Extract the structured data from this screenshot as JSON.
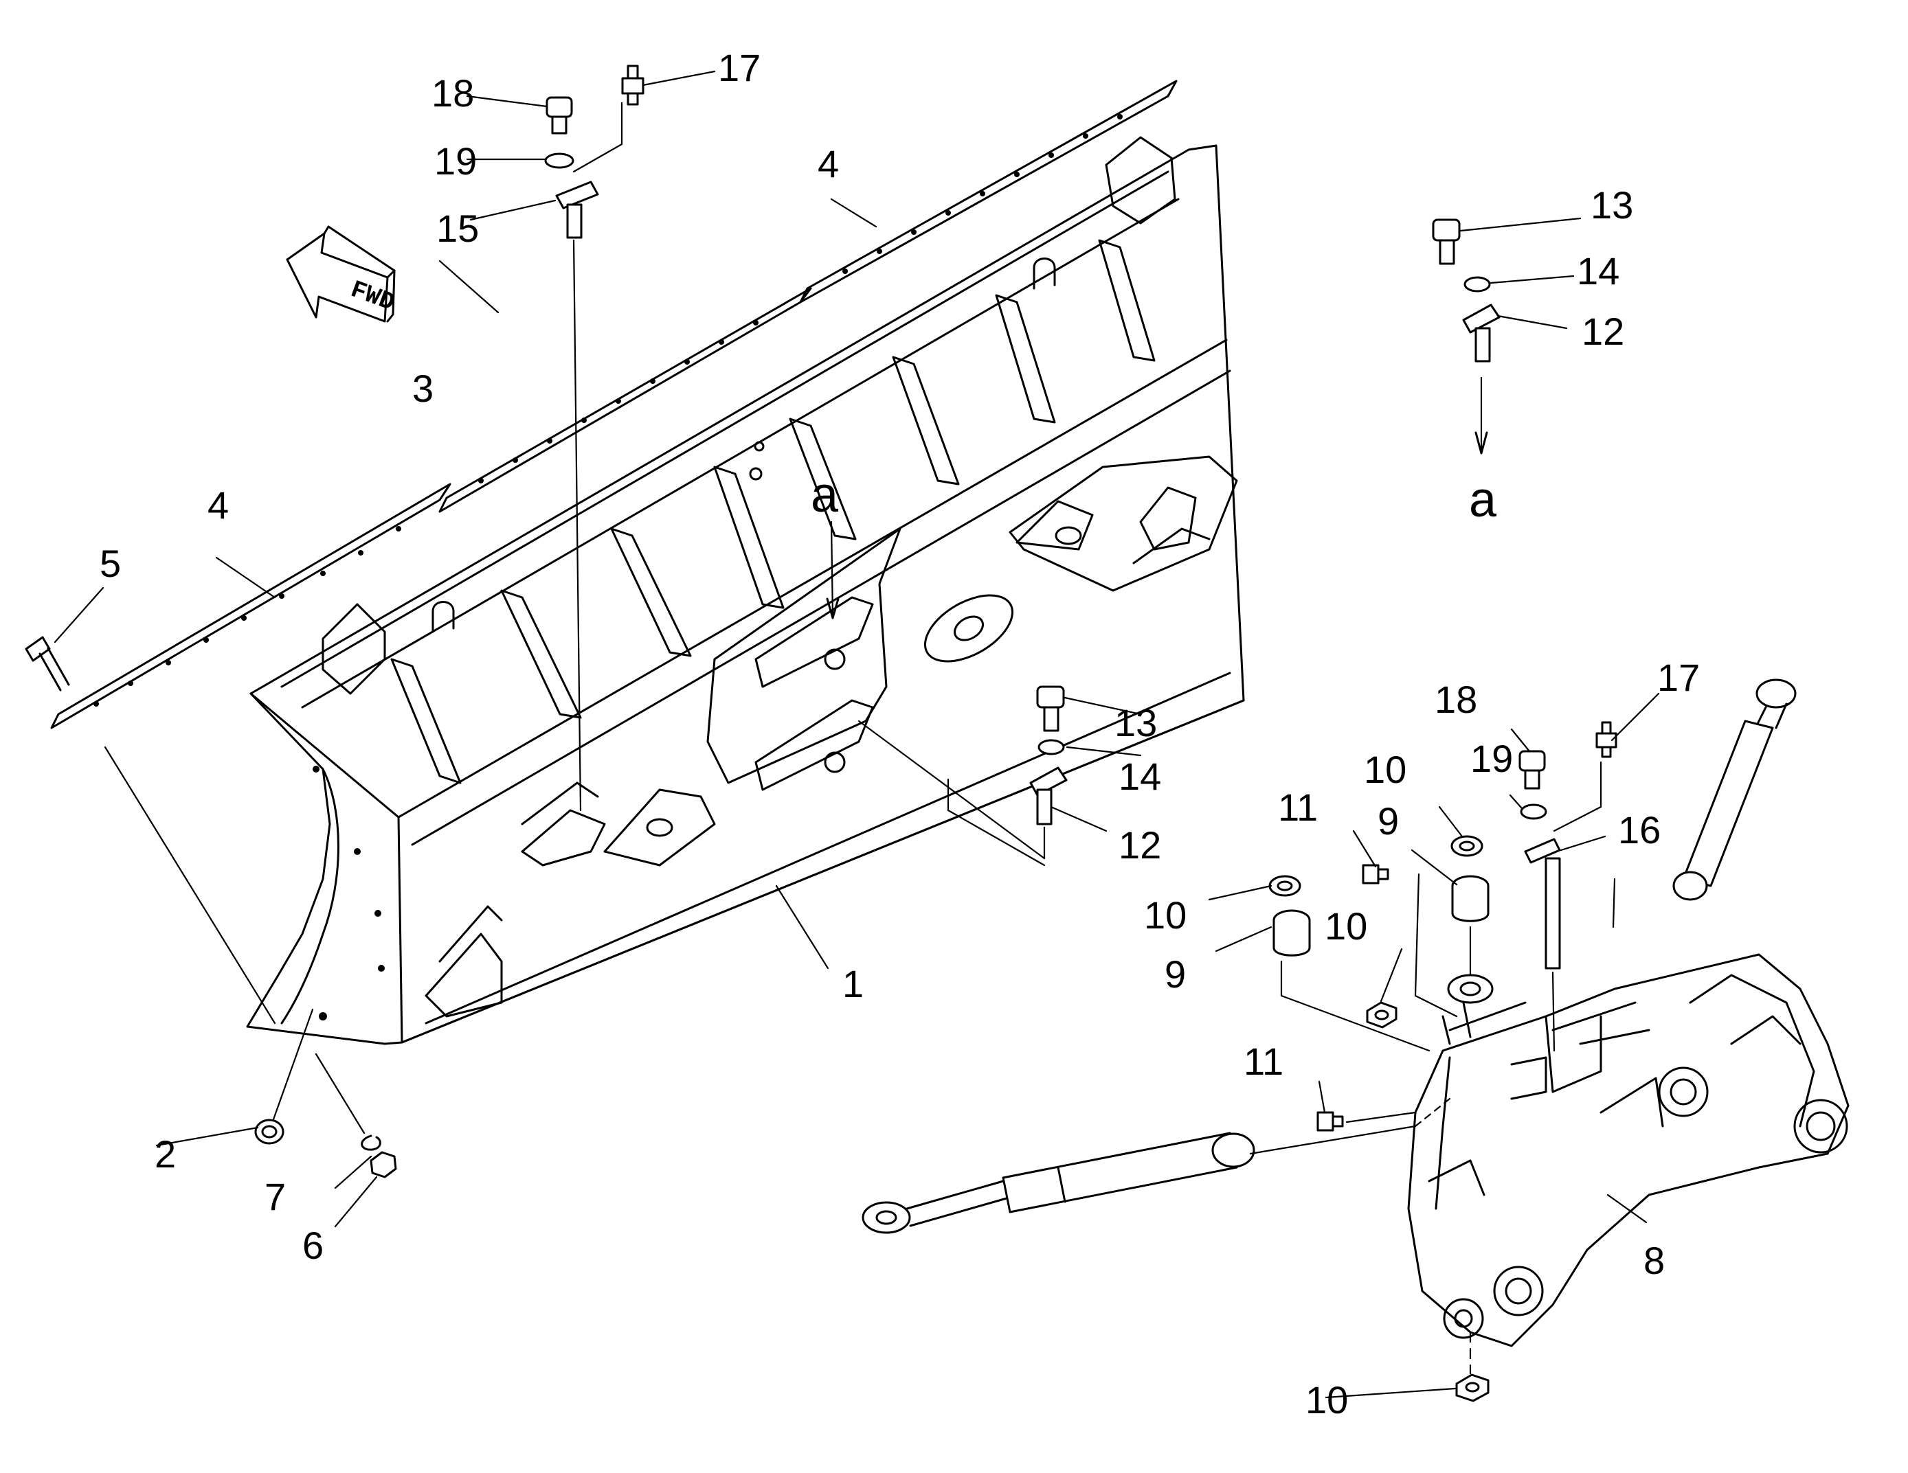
{
  "diagram": {
    "direction_label": "FWD",
    "reference_letter": "a",
    "callouts": {
      "blade": "1",
      "bolt_2": "2",
      "center_edge": "3",
      "end_edge_left": "4",
      "end_edge_right": "4",
      "end_bit_bolt": "5",
      "nut": "6",
      "washer_7": "7",
      "frame": "8",
      "bushing_left": "9",
      "bushing_right": "9",
      "seal_top_right": "10",
      "seal_top_left": "10",
      "seal_mid": "10",
      "seal_bottom": "10",
      "fitting_upper": "11",
      "fitting_lower": "11",
      "plate_detail": "12",
      "plate_blade": "12",
      "bolt_detail": "13",
      "bolt_blade": "13",
      "washer_detail": "14",
      "washer_blade": "14",
      "plate_top": "15",
      "plate_frame": "16",
      "fitting_top": "17",
      "fitting_frame": "17",
      "bolt_top": "18",
      "bolt_frame": "18",
      "washer_top": "19",
      "washer_frame": "19"
    }
  }
}
